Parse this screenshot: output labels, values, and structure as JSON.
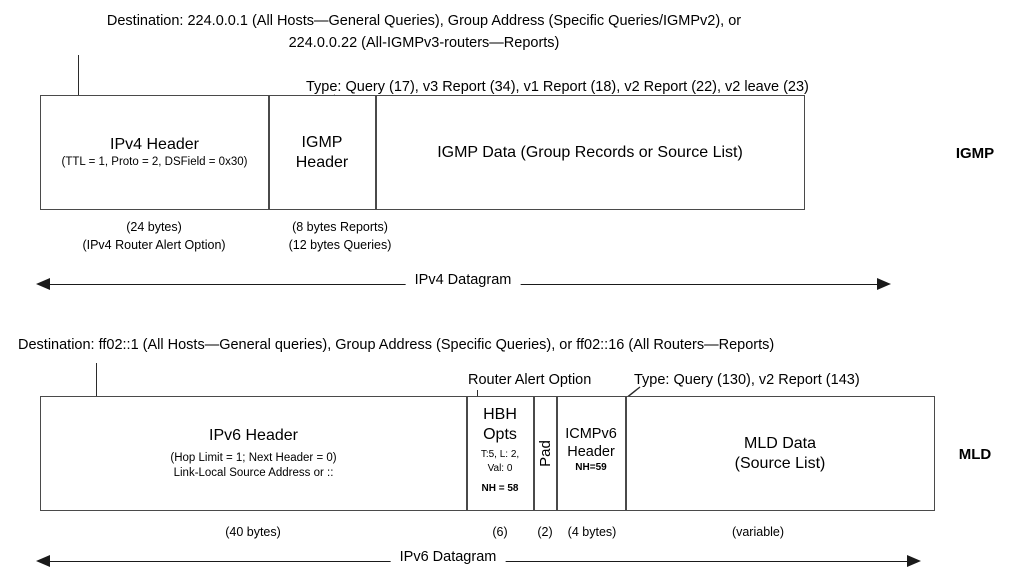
{
  "diagram": {
    "title_igmp": "IGMP",
    "title_mld": "MLD"
  },
  "igmp": {
    "destination_note_line1": "Destination: 224.0.0.1 (All Hosts—General Queries), Group Address (Specific Queries/IGMPv2), or",
    "destination_note_line2": "224.0.0.22 (All-IGMPv3-routers—Reports)",
    "type_note": "Type: Query (17), v3 Report (34), v1 Report (18), v2 Report (22), v2 leave (23)",
    "cells": [
      {
        "name": "ipv4-header",
        "title": "IPv4 Header",
        "sub": "(TTL = 1, Proto = 2, DSField = 0x30)",
        "size_lines": [
          "(24 bytes)",
          "(IPv4 Router Alert Option)"
        ]
      },
      {
        "name": "igmp-header",
        "title_lines": [
          "IGMP",
          "Header"
        ],
        "size_lines": [
          "(8 bytes Reports)",
          "(12 bytes Queries)"
        ]
      },
      {
        "name": "igmp-data",
        "title": "IGMP Data (Group Records or Source List)",
        "size_lines": []
      }
    ],
    "span_label": "IPv4 Datagram"
  },
  "mld": {
    "destination_note": "Destination:  ff02::1 (All Hosts—General queries), Group Address (Specific Queries), or ff02::16 (All Routers—Reports)",
    "router_alert_note": "Router Alert Option",
    "type_note": "Type: Query (130), v2 Report (143)",
    "cells": [
      {
        "name": "ipv6-header",
        "title": "IPv6 Header",
        "sub1": "(Hop Limit = 1; Next  Header = 0)",
        "sub2": "Link-Local Source Address or ::",
        "size": "(40 bytes)"
      },
      {
        "name": "hbh-opts",
        "title_line1": "HBH",
        "title_line2": "Opts",
        "sub1": "T:5, L: 2,",
        "sub2": "Val: 0",
        "sub3": "NH = 58",
        "size": "(6)"
      },
      {
        "name": "pad",
        "title": "Pad",
        "size": "(2)"
      },
      {
        "name": "icmpv6-header",
        "title_line1": "ICMPv6",
        "title_line2": "Header",
        "sub": "NH=59",
        "size": "(4 bytes)"
      },
      {
        "name": "mld-data",
        "title_line1": "MLD Data",
        "title_line2": "(Source List)",
        "size": "(variable)"
      }
    ],
    "span_label": "IPv6 Datagram"
  },
  "colors": {
    "box_border": "#4a4a4a",
    "arrow": "#2b2b2b",
    "text": "#000000",
    "background": "#ffffff"
  }
}
